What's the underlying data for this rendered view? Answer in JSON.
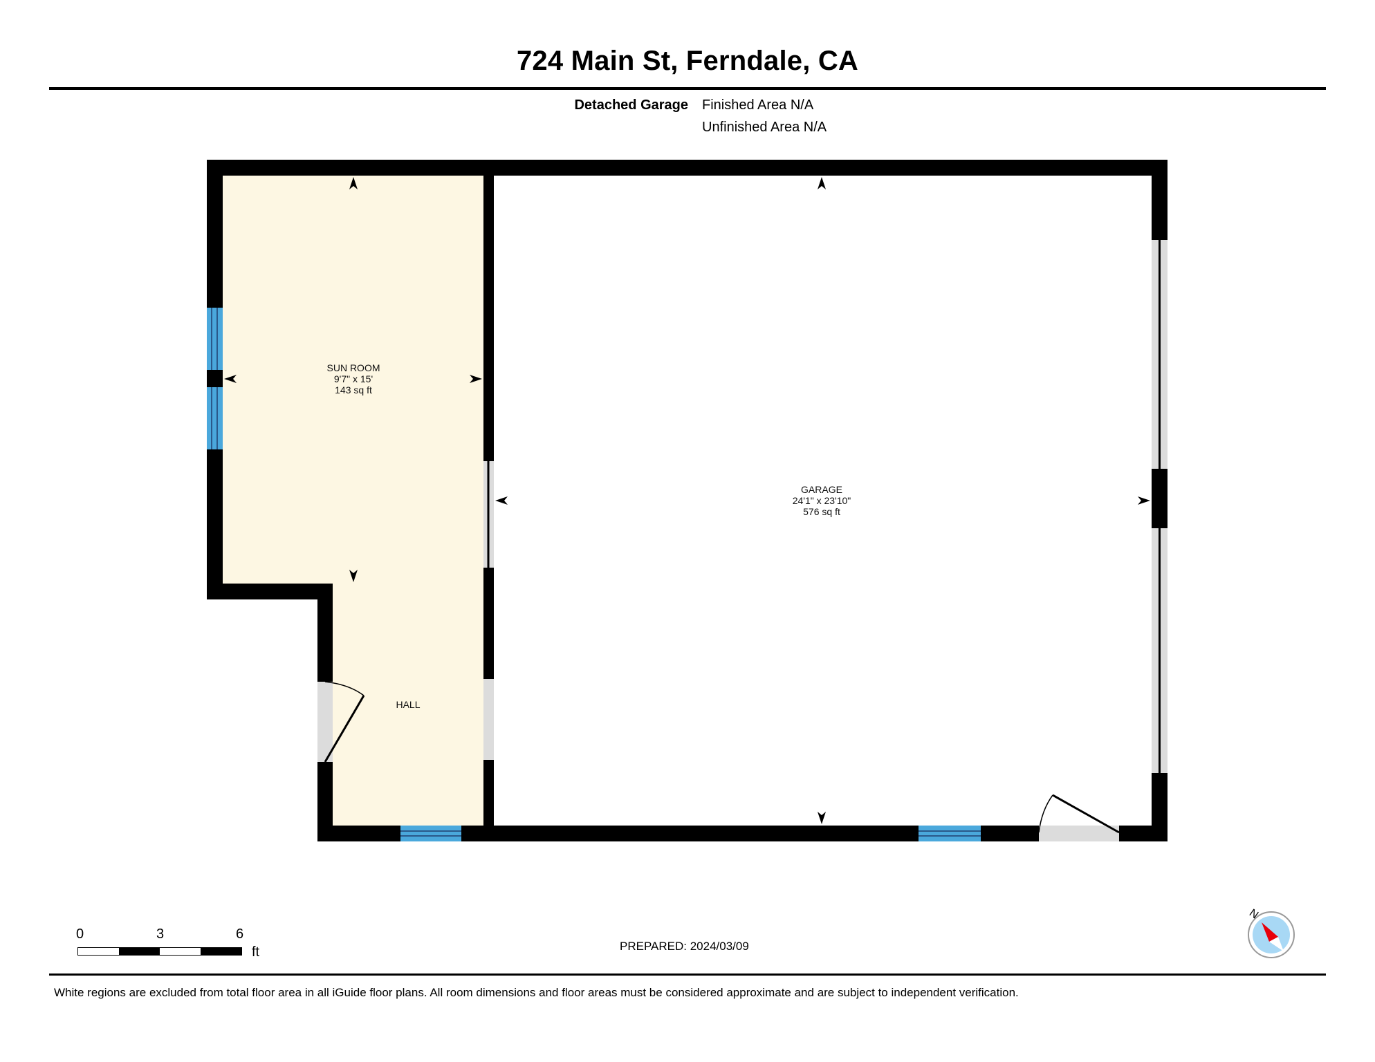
{
  "header": {
    "title": "724 Main St, Ferndale, CA",
    "building": "Detached Garage",
    "finished_area": "Finished Area N/A",
    "unfinished_area": "Unfinished Area N/A"
  },
  "rooms": [
    {
      "name": "SUN ROOM",
      "dimensions": "9'7\" x 15'",
      "area": "143 sq ft",
      "fill": "#fdf7e3"
    },
    {
      "name": "GARAGE",
      "dimensions": "24'1\" x 23'10\"",
      "area": "576 sq ft",
      "fill": "#ffffff"
    },
    {
      "name": "HALL",
      "fill": "#fdf7e3"
    }
  ],
  "scale_bar": {
    "ticks": [
      "0",
      "3",
      "6"
    ],
    "unit": "ft"
  },
  "prepared": "PREPARED: 2024/03/09",
  "compass": {
    "label": "N"
  },
  "disclaimer": "White regions are excluded from total floor area in all iGuide floor plans. All room dimensions and floor areas must be considered approximate and are subject to independent verification.",
  "colors": {
    "wall": "#000000",
    "window": "#4aa8dc",
    "opening": "#dcdcdc",
    "finished_fill": "#fdf7e3",
    "compass_fill": "#a8d8f5",
    "compass_needle": "#e8000b"
  }
}
